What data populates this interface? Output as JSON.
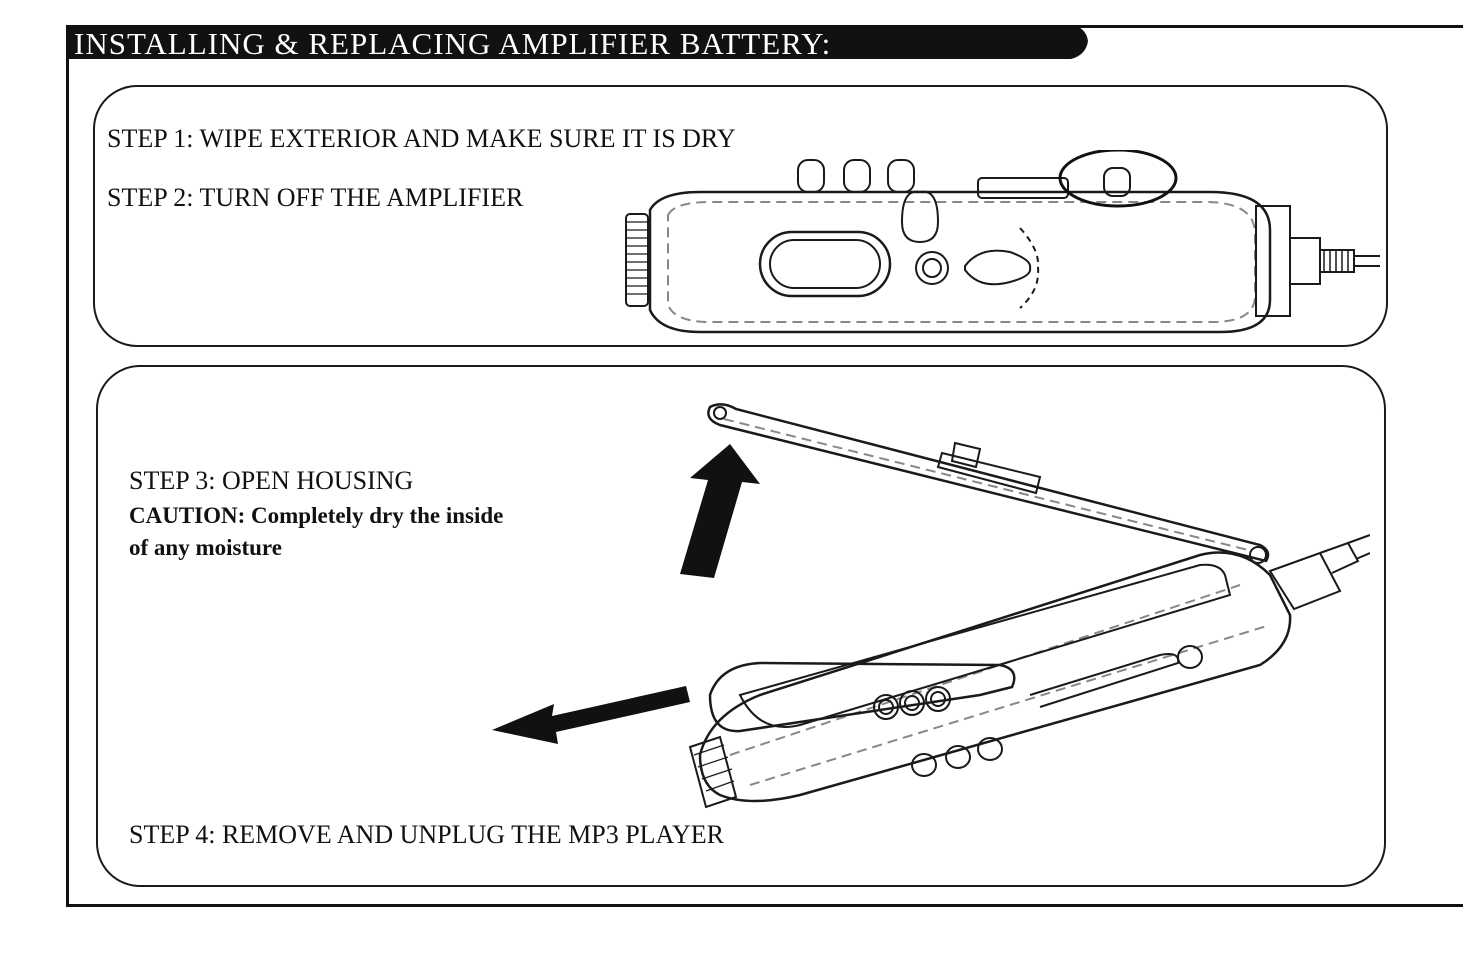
{
  "header": {
    "title": "INSTALLING & REPLACING AMPLIFIER BATTERY:"
  },
  "steps": {
    "step1": "STEP 1: WIPE EXTERIOR AND MAKE SURE IT IS DRY",
    "step2": "STEP 2: TURN OFF THE AMPLIFIER",
    "step3": "STEP 3: OPEN HOUSING",
    "step3_caution_label": "CAUTION:",
    "step3_caution_text": " Completely dry the inside of any moisture",
    "step4": "STEP 4: REMOVE AND UNPLUG THE MP3 PLAYER"
  },
  "illustrations": {
    "closed_amplifier": "closed-amplifier-illustration",
    "power_button_highlight": "power-button-circle-highlight",
    "open_housing": "open-housing-illustration",
    "arrow_up": "arrow-up-icon",
    "arrow_left": "arrow-left-icon"
  },
  "colors": {
    "ink": "#111111",
    "banner_bg": "#111111",
    "banner_text": "#ffffff",
    "background": "#ffffff",
    "dashed": "#888888"
  }
}
